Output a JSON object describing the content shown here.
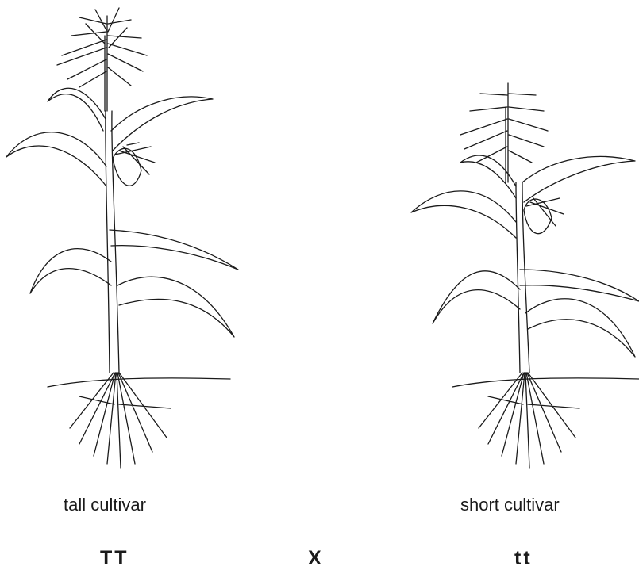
{
  "left_plant": {
    "label": "tall cultivar",
    "genotype": "TT"
  },
  "right_plant": {
    "label": "short cultivar",
    "genotype": "tt"
  },
  "cross_symbol": "X",
  "colors": {
    "line": "#1a1a1a",
    "background": "#ffffff"
  }
}
